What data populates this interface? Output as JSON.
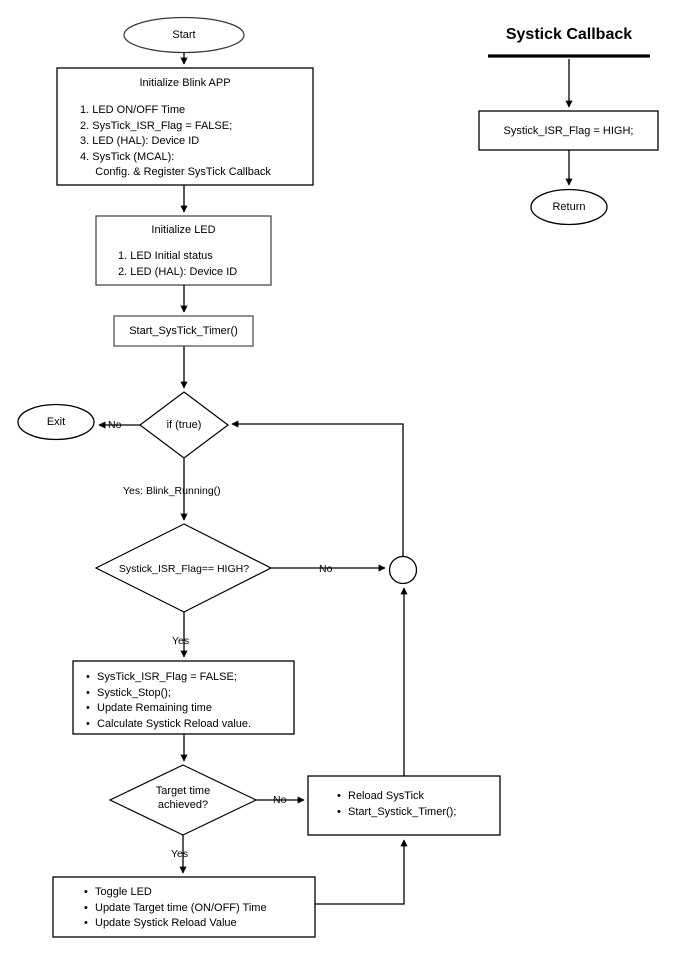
{
  "diagram": {
    "type": "flowchart",
    "title_right": "Systick Callback",
    "main_flow": {
      "start": {
        "label": "Start",
        "shape": "ellipse"
      },
      "init_blink": {
        "heading": "Initialize Blink APP",
        "shape": "process",
        "items": [
          "1. LED ON/OFF Time",
          "2. SysTick_ISR_Flag = FALSE;",
          "3. LED (HAL): Device ID",
          "4. SysTick (MCAL):",
          "     Config. & Register SysTick Callback"
        ]
      },
      "init_led": {
        "heading": "Initialize LED",
        "shape": "process",
        "items": [
          "1. LED Initial status",
          "2. LED (HAL): Device ID"
        ]
      },
      "start_timer": {
        "label": "Start_SysTick_Timer()",
        "shape": "process"
      },
      "if_true": {
        "label": "if (true)",
        "shape": "decision"
      },
      "exit": {
        "label": "Exit",
        "shape": "ellipse"
      },
      "check_flag": {
        "label": "Systick_ISR_Flag== HIGH?",
        "shape": "decision"
      },
      "connector": {
        "label": "",
        "shape": "circle"
      },
      "clear_flag_box": {
        "shape": "process",
        "items": [
          "SysTick_ISR_Flag = FALSE;",
          "Systick_Stop();",
          "Update Remaining time",
          "Calculate Systick Reload value."
        ]
      },
      "target_time": {
        "label_line1": "Target time",
        "label_line2": "achieved?",
        "shape": "decision"
      },
      "reload_box": {
        "shape": "process",
        "items": [
          "Reload SysTick",
          "Start_Systick_Timer();"
        ]
      },
      "toggle_box": {
        "shape": "process",
        "items": [
          "Toggle LED",
          "Update Target time (ON/OFF) Time",
          "Update Systick Reload Value"
        ]
      }
    },
    "callback_flow": {
      "set_flag": {
        "label": "Systick_ISR_Flag = HIGH;",
        "shape": "process"
      },
      "return": {
        "label": "Return",
        "shape": "ellipse"
      }
    },
    "edge_labels": {
      "if_true_no": "No",
      "if_true_yes": "Yes: Blink_Running()",
      "check_flag_no": "No",
      "check_flag_yes": "Yes",
      "target_time_no": "No",
      "target_time_yes": "Yes"
    },
    "colors": {
      "stroke": "#000000",
      "fill": "#ffffff",
      "text": "#000000"
    }
  }
}
